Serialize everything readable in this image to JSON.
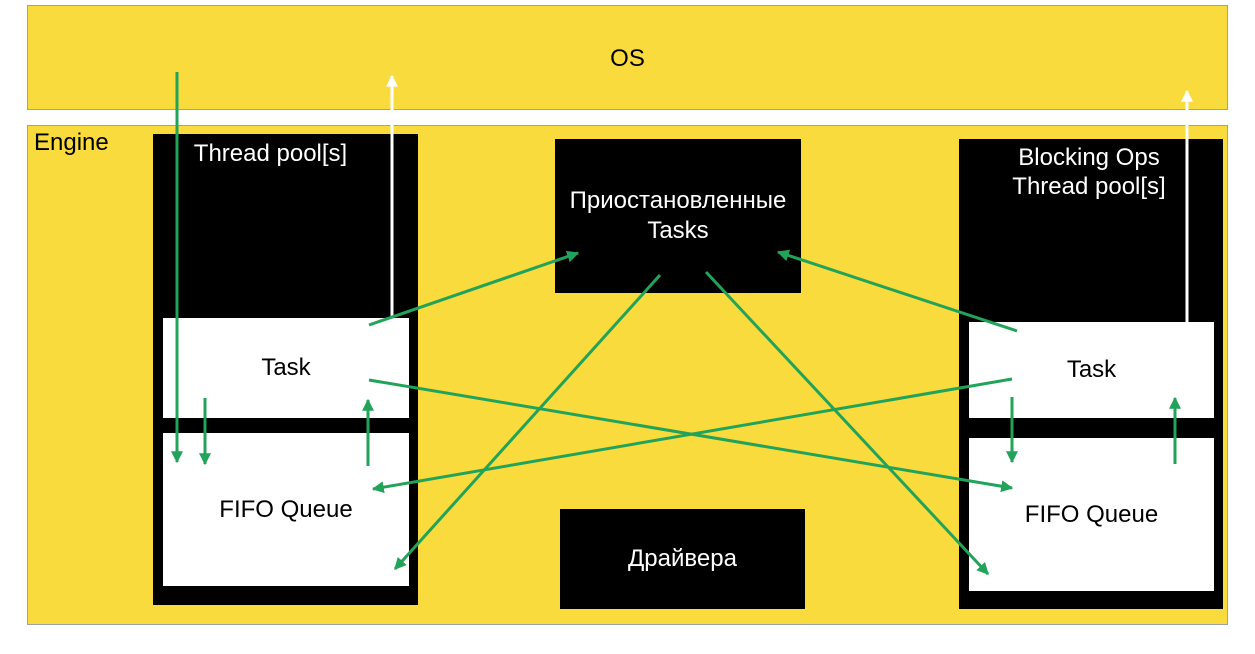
{
  "os": {
    "label": "OS"
  },
  "engine": {
    "label": "Engine"
  },
  "left_pool": {
    "title": "Thread pool[s]",
    "task_label": "Task",
    "queue_label": "FIFO Queue"
  },
  "right_pool": {
    "title_line1": "Blocking Ops",
    "title_line2": "Thread pool[s]",
    "task_label": "Task",
    "queue_label": "FIFO Queue"
  },
  "suspended": {
    "line1": "Приостановленные",
    "line2": "Tasks"
  },
  "drivers": {
    "label": "Драйвера"
  },
  "colors": {
    "yellow": "#f9db3e",
    "black": "#000000",
    "green_arrow": "#22a35a",
    "white_arrow": "#ffffff"
  }
}
